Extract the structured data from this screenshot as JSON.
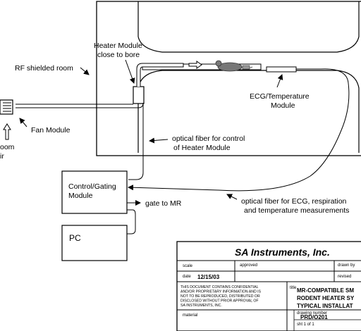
{
  "labels": {
    "heater_module_l1": "Heater Module",
    "heater_module_l2": "close to bore",
    "rf_room": "RF shielded room",
    "ecg_l1": "ECG/Temperature",
    "ecg_l2": "Module",
    "fan_module": "Fan Module",
    "room_partial": "oom",
    "air_partial": "ir",
    "optical_ctrl_l1": "optical fiber for control",
    "optical_ctrl_l2": "of  Heater Module",
    "control_l1": "Control/Gating",
    "control_l2": "Module",
    "gate_to_mr": "gate to MR",
    "optical_ecg_l1": "optical fiber for ECG, respiration",
    "optical_ecg_l2": "and temperature measurements",
    "pc": "PC"
  },
  "title_block": {
    "company": "SA Instruments, Inc.",
    "scale_label": "scale",
    "approved_label": "approved",
    "drawn_by_label": "drawn by",
    "date_label": "date",
    "date_value": "12/15/03",
    "revised_label": "revised",
    "notice_l1": "THIS DOCUMENT CONTAINS CONFIDENTIAL",
    "notice_l2": "AND/OR PROPRIETARY INFORMATION AND IS",
    "notice_l3": "NOT TO BE REPRODUCED, DISTRIBUTED OR",
    "notice_l4": "DISCLOSED WITHOUT PRIOR APPROVAL OF",
    "notice_l5": "SA INSTRUMENTS, INC.",
    "title_label": "title",
    "title_l1": "MR-COMPATIBLE SM",
    "title_l2": "RODENT HEATER SY",
    "title_l3": "TYPICAL INSTALLAT",
    "material_label": "material",
    "drawing_number_label": "drawing number",
    "drawing_number": "PRD/O201",
    "sheet": "sht 1 of 1"
  }
}
